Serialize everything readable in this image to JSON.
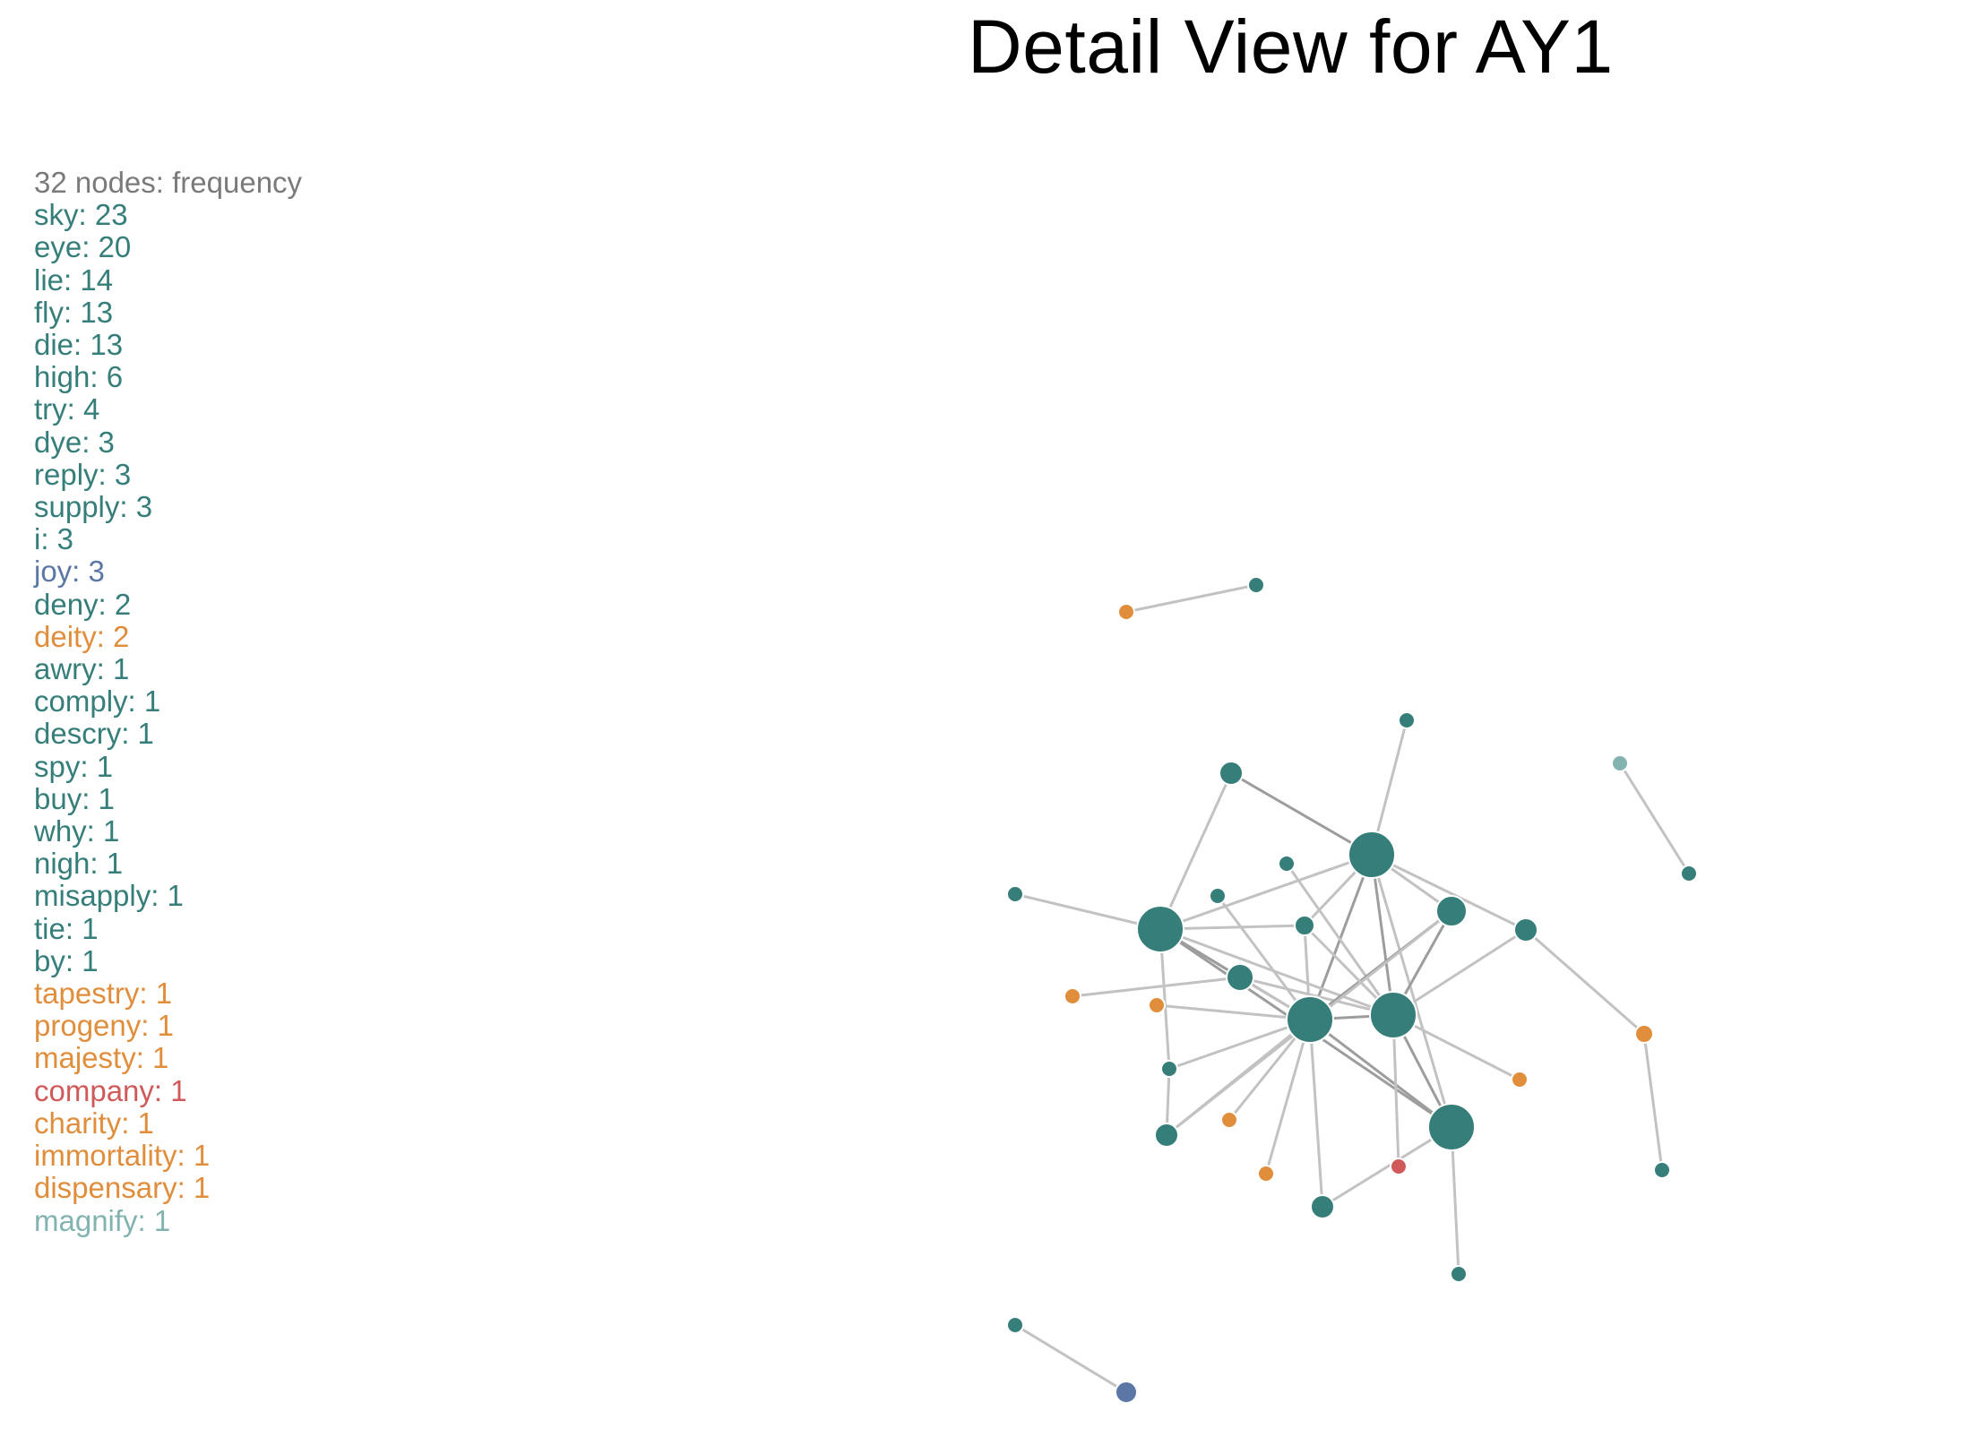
{
  "title": "Detail View for AY1",
  "legend": {
    "header": "32 nodes: frequency",
    "entries": [
      {
        "label": "sky: 23",
        "color": "#367e7a"
      },
      {
        "label": "eye: 20",
        "color": "#367e7a"
      },
      {
        "label": "lie: 14",
        "color": "#367e7a"
      },
      {
        "label": "fly: 13",
        "color": "#367e7a"
      },
      {
        "label": "die: 13",
        "color": "#367e7a"
      },
      {
        "label": "high: 6",
        "color": "#367e7a"
      },
      {
        "label": "try: 4",
        "color": "#367e7a"
      },
      {
        "label": "dye: 3",
        "color": "#367e7a"
      },
      {
        "label": "reply: 3",
        "color": "#367e7a"
      },
      {
        "label": "supply: 3",
        "color": "#367e7a"
      },
      {
        "label": "i: 3",
        "color": "#367e7a"
      },
      {
        "label": "joy: 3",
        "color": "#5b77a6"
      },
      {
        "label": "deny: 2",
        "color": "#367e7a"
      },
      {
        "label": "deity: 2",
        "color": "#e08e3c"
      },
      {
        "label": "awry: 1",
        "color": "#367e7a"
      },
      {
        "label": "comply: 1",
        "color": "#367e7a"
      },
      {
        "label": "descry: 1",
        "color": "#367e7a"
      },
      {
        "label": "spy: 1",
        "color": "#367e7a"
      },
      {
        "label": "buy: 1",
        "color": "#367e7a"
      },
      {
        "label": "why: 1",
        "color": "#367e7a"
      },
      {
        "label": "nigh: 1",
        "color": "#367e7a"
      },
      {
        "label": "misapply: 1",
        "color": "#367e7a"
      },
      {
        "label": "tie: 1",
        "color": "#367e7a"
      },
      {
        "label": "by: 1",
        "color": "#367e7a"
      },
      {
        "label": "tapestry: 1",
        "color": "#e08e3c"
      },
      {
        "label": "progeny: 1",
        "color": "#e08e3c"
      },
      {
        "label": "majesty: 1",
        "color": "#e08e3c"
      },
      {
        "label": "company: 1",
        "color": "#d05a5a"
      },
      {
        "label": "charity: 1",
        "color": "#e08e3c"
      },
      {
        "label": "immortality: 1",
        "color": "#e08e3c"
      },
      {
        "label": "dispensary: 1",
        "color": "#e08e3c"
      },
      {
        "label": "magnify: 1",
        "color": "#82b3b0"
      }
    ]
  },
  "graph": {
    "colors": {
      "teal": "#367e7a",
      "orange": "#e08e3c",
      "red": "#d05a5a",
      "blue": "#5b77a6",
      "light_teal": "#82b3b0",
      "edge_light": "#c2c2c2",
      "edge_dark": "#9d9d9d",
      "node_stroke": "#ffffff"
    }
  }
}
